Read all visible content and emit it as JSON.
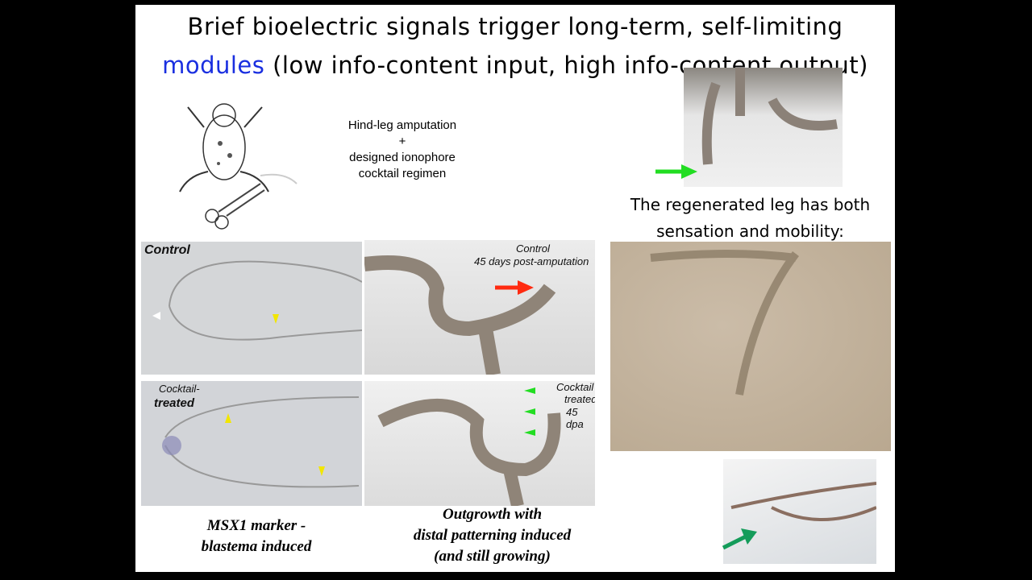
{
  "slide": {
    "title_line1": "Brief bioelectric signals trigger long-term, self-limiting",
    "title_line2_highlight": "modules",
    "title_line2_rest": " (low info-content input, high info-content output)",
    "procedure": {
      "line1": "Hind-leg amputation",
      "line2": "+",
      "line3": "designed ionophore",
      "line4": "cocktail regimen"
    },
    "right_caption_line1": "The regenerated leg has both",
    "right_caption_line2": "sensation and mobility:",
    "panels": {
      "msx_control": "Control",
      "msx_treated_1": "Cocktail-",
      "msx_treated_2": "treated",
      "leg_control_1": "Control",
      "leg_control_2": "45 days post-amputation",
      "leg_treated_1": "Cocktail",
      "leg_treated_2": "treated",
      "leg_treated_3": "45 dpa"
    },
    "caption_left_1": "MSX1 marker -",
    "caption_left_2": "blastema induced",
    "caption_mid_1": "Outgrowth with",
    "caption_mid_2": "distal patterning induced",
    "caption_mid_3": "(and still growing)"
  },
  "colors": {
    "highlight": "#1a2fe0",
    "green_arrow": "#22dd22",
    "red_arrow": "#ff2a10",
    "yellow_marker": "#f2e600"
  }
}
